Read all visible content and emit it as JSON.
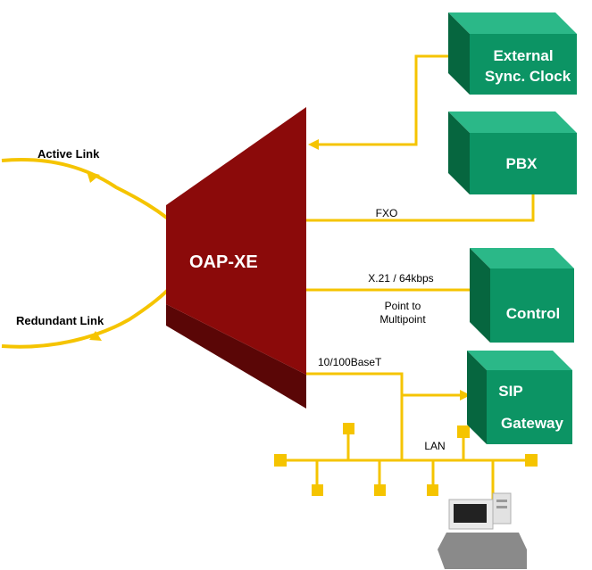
{
  "diagram": {
    "central_device": {
      "label": "OAP-XE"
    },
    "links": {
      "active": "Active Link",
      "redundant": "Redundant Link"
    },
    "boxes": {
      "external_sync_clock": {
        "line1": "External",
        "line2": "Sync. Clock"
      },
      "pbx": {
        "line1": "PBX"
      },
      "control": {
        "line1": "Control"
      },
      "sip_gateway": {
        "line1": "SIP",
        "line2": "Gateway"
      }
    },
    "connections": {
      "fxo": "FXO",
      "x21": "X.21 /  64kbps",
      "point_to_multipoint_1": "Point to",
      "point_to_multipoint_2": "Multipoint",
      "ethernet": "10/100BaseT",
      "lan": "LAN"
    },
    "colors": {
      "device": "#8b0a0a",
      "device_shadow": "#5a0606",
      "box_front": "#0c9464",
      "box_top": "#2bb888",
      "box_side": "#06663f",
      "line": "#f5c400",
      "workstation": "#8a8a8a"
    }
  }
}
